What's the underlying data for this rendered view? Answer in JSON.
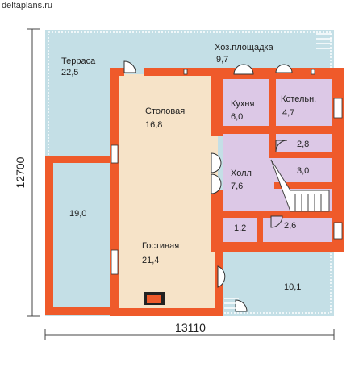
{
  "site": "deltaplans.ru",
  "dimensions": {
    "width": "13110",
    "height": "12700"
  },
  "rooms": {
    "terrace": {
      "name": "Терраса",
      "area": "22,5"
    },
    "yard": {
      "name": "Хоз.площадка",
      "area": "9,7"
    },
    "dining": {
      "name": "Столовая",
      "area": "16,8"
    },
    "kitchen": {
      "name": "Кухня",
      "area": "6,0"
    },
    "boiler": {
      "name": "Котельн.",
      "area": "4,7"
    },
    "room28": {
      "area": "2,8"
    },
    "hall": {
      "name": "Холл",
      "area": "7,6"
    },
    "room30": {
      "area": "3,0"
    },
    "terrace19": {
      "area": "19,0"
    },
    "room12": {
      "area": "1,2"
    },
    "room26": {
      "area": "2,6"
    },
    "living": {
      "name": "Гостиная",
      "area": "21,4"
    },
    "terrace10": {
      "area": "10,1"
    }
  },
  "colors": {
    "terrace": "#c4dfe6",
    "living": "#f6e3c8",
    "rooms": "#dcc8e6",
    "wall": "#ef5a2a",
    "dim_line": "#444444",
    "text": "#222222"
  }
}
